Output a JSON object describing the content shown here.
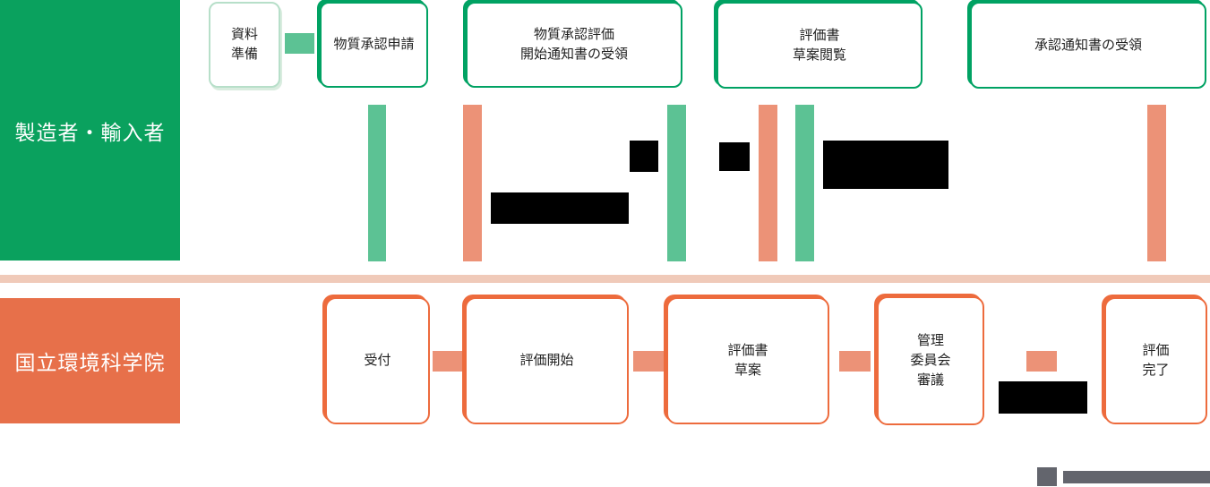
{
  "colors": {
    "lane_green": "#0aa15e",
    "green_border": "#00a263",
    "green_mid": "#5cc294",
    "green_pale": "#b7dfc9",
    "lane_orange": "#e7704a",
    "orange_border": "#ed6b3d",
    "salmon": "#ec9277",
    "salmon_pale": "#f0cab9",
    "gray": "#63656d",
    "redaction": "#000000"
  },
  "lanes": {
    "top": {
      "label": "製造者・輸入者"
    },
    "bottom": {
      "label": "国立環境科学院"
    }
  },
  "manufacturer_steps": [
    {
      "label": [
        "資料",
        "準備"
      ]
    },
    {
      "label": [
        "物質承認申請"
      ]
    },
    {
      "label": [
        "物質承認評価",
        "開始通知書の受領"
      ]
    },
    {
      "label": [
        "評価書",
        "草案閲覧"
      ]
    },
    {
      "label": [
        "承認通知書の受領"
      ]
    }
  ],
  "institute_steps": [
    {
      "label": [
        "受付"
      ]
    },
    {
      "label": [
        "評価開始"
      ]
    },
    {
      "label": [
        "評価書",
        "草案"
      ]
    },
    {
      "label": [
        "管理",
        "委員会",
        "審議"
      ]
    },
    {
      "label": [
        "評価",
        "完了"
      ]
    }
  ]
}
